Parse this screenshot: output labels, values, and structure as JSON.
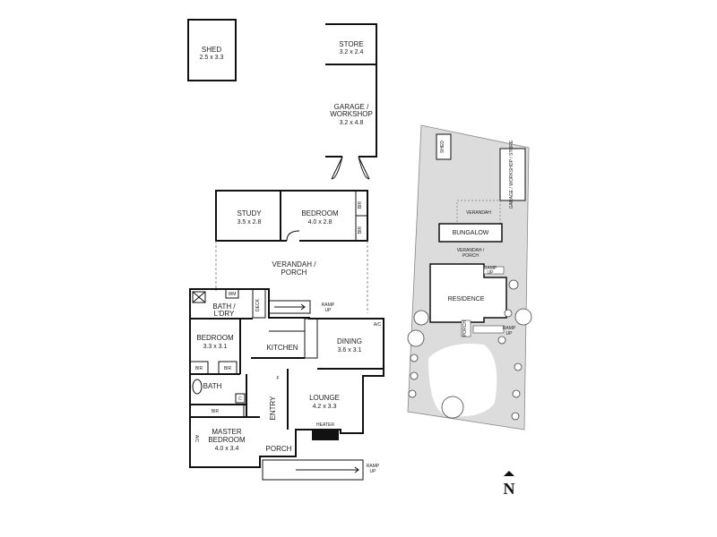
{
  "colors": {
    "wall": "#111111",
    "paper": "#ffffff",
    "site": "#dcdcdc"
  },
  "rooms": {
    "shed": {
      "name": "SHED",
      "dims": "2.5 x 3.3"
    },
    "store": {
      "name": "STORE",
      "dims": "3.2 x 2.4"
    },
    "garage": {
      "name1": "GARAGE /",
      "name2": "WORKSHOP",
      "dims": "3.2 x 4.8"
    },
    "study": {
      "name": "STUDY",
      "dims": "3.5 x 2.8"
    },
    "bedroom_b": {
      "name": "BEDROOM",
      "dims": "4.0 x 2.8"
    },
    "bir": "BIR",
    "verandah_porch": {
      "line1": "VERANDAH /",
      "line2": "PORCH"
    },
    "wm": "WM",
    "bath_ldry": {
      "line1": "BATH /",
      "line2": "L'DRY"
    },
    "deck": "DECK",
    "ramp_up": {
      "line1": "RAMP",
      "line2": "UP"
    },
    "ac": "A/C",
    "bedroom_h": {
      "name": "BEDROOM",
      "dims": "3.3 x 3.1"
    },
    "kitchen": "KITCHEN",
    "dining": {
      "name": "DINING",
      "dims": "3.6 x 3.1"
    },
    "bath": "BATH",
    "c": "C",
    "f": "F",
    "entry": "ENTRY",
    "lounge": {
      "name": "LOUNGE",
      "dims": "4.2 x 3.3"
    },
    "heater": "HEATER",
    "master": {
      "line1": "MASTER",
      "line2": "BEDROOM",
      "dims": "4.0 x 3.4"
    },
    "porch": "PORCH"
  },
  "site": {
    "shed": "SHED",
    "garage": "GARAGE / WORKSHOP / STORE",
    "verandah": "VERANDAH",
    "bungalow": "BUNGALOW",
    "verandah_porch": {
      "line1": "VERANDAH /",
      "line2": "PORCH"
    },
    "residence": "RESIDENCE",
    "ramp_up": {
      "line1": "RAMP",
      "line2": "UP"
    },
    "porch": "PORCH"
  },
  "north": "N"
}
